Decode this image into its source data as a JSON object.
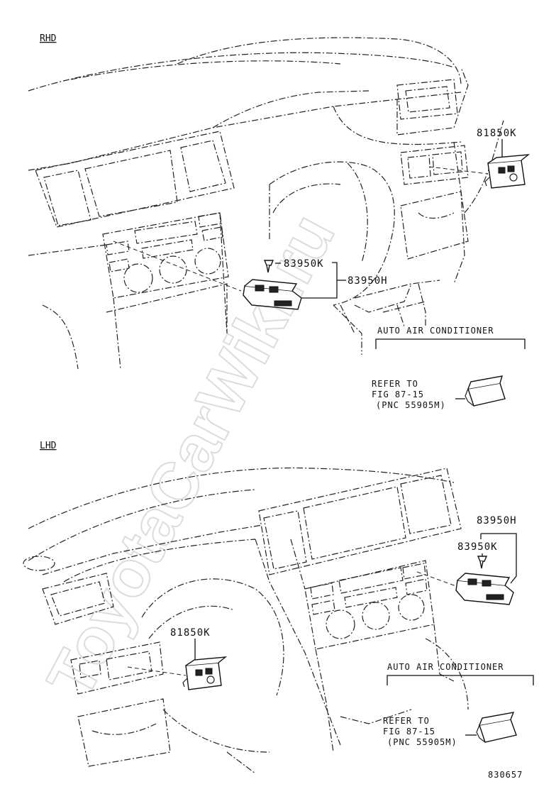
{
  "watermark": "ToyotaCarWiki.ru",
  "sections": {
    "rhd": {
      "title": "RHD",
      "parts": {
        "switch_81850k": "81850K",
        "clip_83950k": "83950K",
        "switch_83950h": "83950H"
      },
      "auto_ac_label": "AUTO AIR CONDITIONER",
      "refer": {
        "line1": "REFER TO",
        "line2": "FIG 87-15",
        "line3": "(PNC 55905M)"
      }
    },
    "lhd": {
      "title": "LHD",
      "parts": {
        "switch_83950h": "83950H",
        "clip_83950k": "83950K",
        "switch_81850k": "81850K"
      },
      "auto_ac_label": "AUTO AIR CONDITIONER",
      "refer": {
        "line1": "REFER TO",
        "line2": "FIG 87-15",
        "line3": "(PNC 55905M)"
      }
    }
  },
  "figure_number": "830657"
}
